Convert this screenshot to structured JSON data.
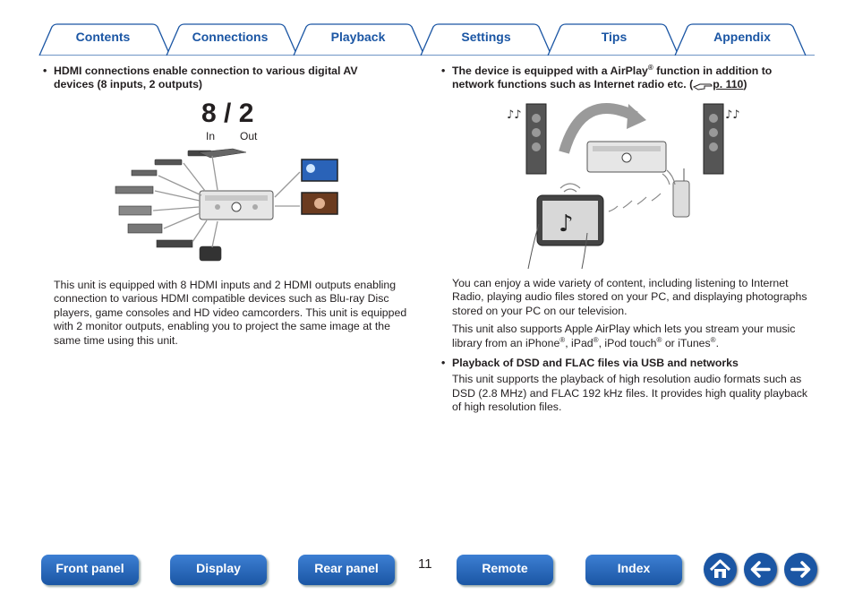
{
  "tabs": [
    "Contents",
    "Connections",
    "Playback",
    "Settings",
    "Tips",
    "Appendix"
  ],
  "left": {
    "heading": "HDMI connections enable connection to various digital AV devices (8 inputs, 2 outputs)",
    "io_big": "8 / 2",
    "io_in": "In",
    "io_out": "Out",
    "body": "This unit is equipped with 8 HDMI inputs and 2 HDMI outputs enabling connection to various HDMI compatible devices such as Blu-ray Disc players, game consoles and HD video camcorders. This unit is equipped with 2 monitor outputs, enabling you to project the same image at the same time using this unit."
  },
  "right": {
    "heading1_pre": "The device is equipped with a AirPlay",
    "reg": "®",
    "heading1_post": " function in addition to network functions such as Internet radio etc.  (",
    "heading1_link": "p. 110",
    "heading1_close": ")",
    "para1": "You can enjoy a wide variety of content, including listening to Internet Radio, playing audio files stored on your PC, and displaying photographs stored on your PC on our television.",
    "para2_a": "This unit also supports Apple AirPlay which lets you stream your music library from an iPhone",
    "para2_b": ", iPad",
    "para2_c": ", iPod touch",
    "para2_d": " or iTunes",
    "para2_e": ".",
    "heading2": "Playback of DSD and FLAC files via USB and networks",
    "para3": "This unit supports the playback of high resolution audio formats such as DSD (2.8 MHz) and FLAC 192 kHz files. It provides high quality playback of high resolution files."
  },
  "footer": {
    "buttons": [
      "Front panel",
      "Display",
      "Rear panel",
      "Remote",
      "Index"
    ],
    "page": "11",
    "icons": [
      "home-icon",
      "arrow-left-icon",
      "arrow-right-icon"
    ]
  },
  "colors": {
    "accent": "#1b56a4",
    "tab_border": "#1b56a4"
  }
}
